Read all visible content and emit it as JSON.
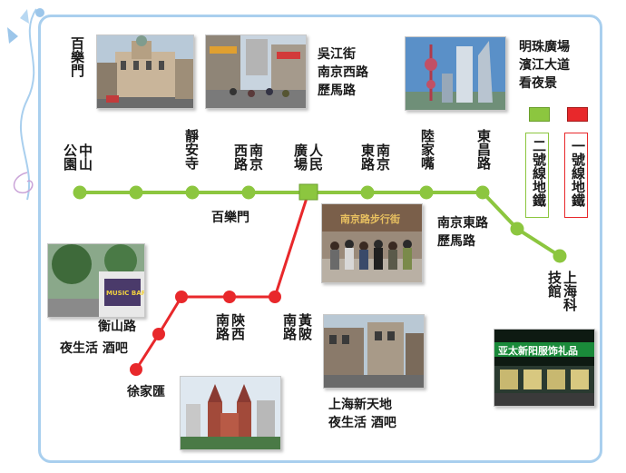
{
  "colors": {
    "line2": "#8cc63f",
    "line1": "#e8282b",
    "frame": "#a9cfee"
  },
  "line2": {
    "stations": [
      {
        "name": "中山公園"
      },
      {
        "name": "靜安寺"
      },
      {
        "name": "南京西路"
      },
      {
        "name": "人民廣場"
      },
      {
        "name": "南京東路"
      },
      {
        "name": "陸家嘴"
      },
      {
        "name": "東昌路"
      },
      {
        "name": "上海科技館"
      }
    ],
    "between_label": "百樂門"
  },
  "line1": {
    "stations": [
      {
        "name": "黃陂南路"
      },
      {
        "name": "陝西南路"
      },
      {
        "name": "衡山路"
      },
      {
        "name": "徐家匯"
      }
    ]
  },
  "labels": {
    "bailemen_top": "百樂門",
    "wujiang": [
      "吳江街",
      "南京西路",
      "歷馬路"
    ],
    "pearl": [
      "明珠廣場",
      "濱江大道",
      "看夜景"
    ],
    "nanjing_east": [
      "南京東路",
      "歷馬路"
    ],
    "hengshan": [
      "衡山路",
      "夜生活 酒吧"
    ],
    "xintiandi": [
      "上海新天地",
      "夜生活 酒吧"
    ],
    "xujiahui": "徐家匯"
  },
  "legend": {
    "line2": "二號線地鐵",
    "line1": "一號線地鐵"
  },
  "photo_text": {
    "pedestrian_sign": "南京路步行街",
    "store_sign": "亚太新阳服饰礼品",
    "hengshan_sign": "MUSIC BAR"
  }
}
